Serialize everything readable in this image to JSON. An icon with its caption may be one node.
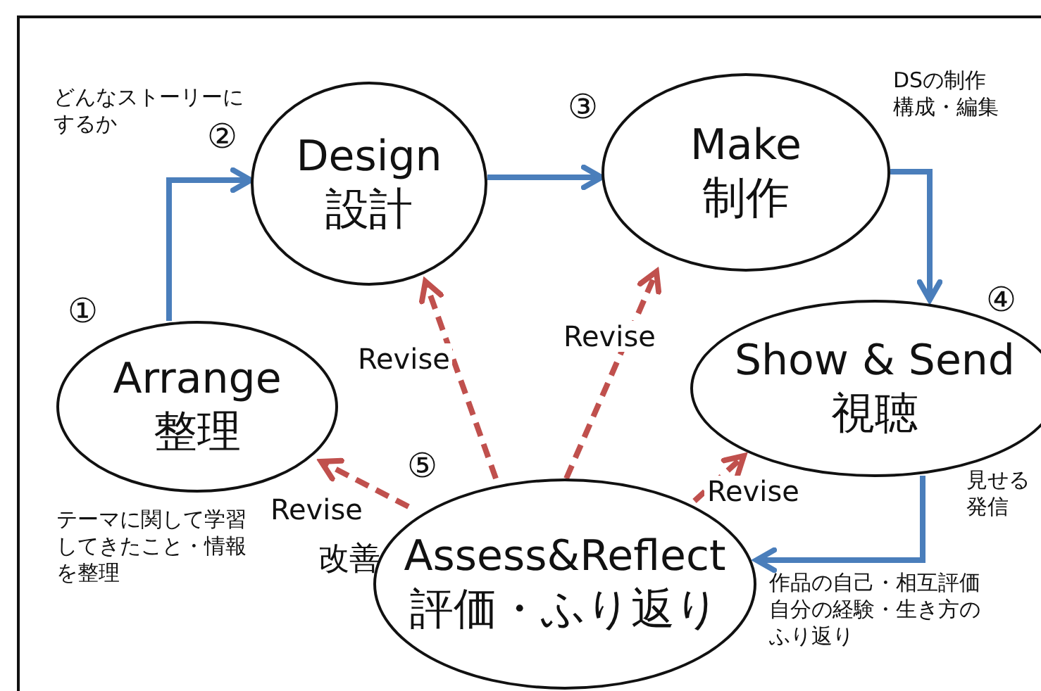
{
  "diagram": {
    "nodes": [
      {
        "text": [
          "Arrange",
          "整理"
        ],
        "beside": [
          "①",
          "テーマに関して学習してきたこと・情報を整理"
        ]
      },
      {
        "text": [
          "Design",
          "設計"
        ],
        "beside": [
          "②",
          "どんなストーリーにするか"
        ]
      },
      {
        "text": [
          "Make",
          "制作"
        ],
        "beside": [
          "③",
          "DSの制作構成・編集"
        ]
      },
      {
        "text": [
          "Show & Send",
          "視聴"
        ],
        "beside": [
          "④",
          "見せる発信"
        ]
      },
      {
        "text": [
          "Assess&Reflect",
          "評価・ふり返り"
        ],
        "beside": [
          "⑤",
          "作品の自己・相互評価自分の経験・生き方のふり返り"
        ]
      }
    ],
    "edges": [
      {
        "from": 0,
        "to": 1,
        "arrow": "to"
      },
      {
        "from": 1,
        "to": 2,
        "arrow": "to"
      },
      {
        "from": 2,
        "to": 3,
        "arrow": "to"
      },
      {
        "from": 3,
        "to": 4,
        "arrow": "to"
      },
      {
        "from": 4,
        "to": 0,
        "arrow": "to",
        "label": "Revise",
        "style": "dashed",
        "color": "#c0504d"
      },
      {
        "from": 4,
        "to": 1,
        "arrow": "to",
        "label": "Revise",
        "style": "dashed",
        "color": "#c0504d"
      },
      {
        "from": 4,
        "to": 2,
        "arrow": "to",
        "label": "Revise",
        "style": "dashed",
        "color": "#c0504d"
      },
      {
        "from": 4,
        "to": 3,
        "arrow": "to",
        "label": "Revise",
        "style": "dashed",
        "color": "#c0504d"
      }
    ],
    "labels": [
      "改善"
    ]
  }
}
